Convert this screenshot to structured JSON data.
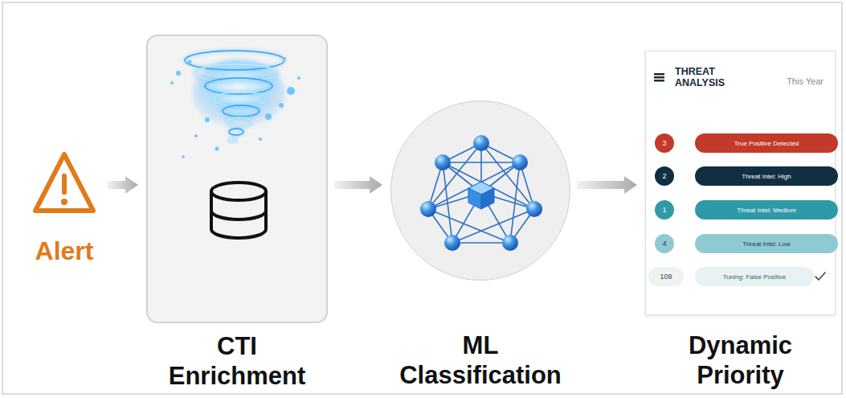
{
  "diagram": {
    "nodes": [
      {
        "text": [
          "Alert"
        ]
      },
      {
        "text": [
          "CTI Enrichment"
        ]
      },
      {
        "text": [
          "ML Classification"
        ]
      },
      {
        "text": [
          "Dynamic Priority",
          "THREAT ANALYSIS",
          "This Year"
        ]
      },
      {
        "text": [
          "3",
          "True Positive Detected"
        ],
        "in": 3
      },
      {
        "text": [
          "2",
          "Threat Intel: High"
        ],
        "in": 3
      },
      {
        "text": [
          "1",
          "Threat Intel: Medium"
        ],
        "in": 3
      },
      {
        "text": [
          "4",
          "Threat Intel: Low"
        ],
        "in": 3
      },
      {
        "text": [
          "109",
          "Tuning: False Positive"
        ],
        "in": 3
      }
    ],
    "edges": [
      {
        "from": 0,
        "to": 1,
        "arrow": "to"
      },
      {
        "from": 1,
        "to": 2,
        "arrow": "to"
      },
      {
        "from": 2,
        "to": 3,
        "arrow": "to"
      }
    ]
  }
}
